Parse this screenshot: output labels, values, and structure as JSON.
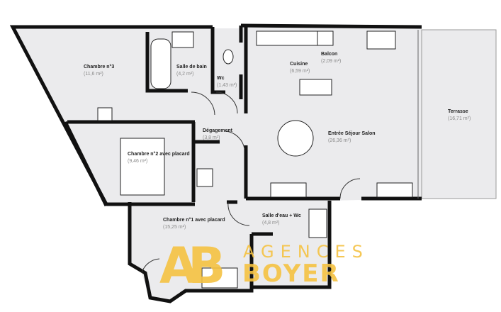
{
  "rooms": [
    {
      "name": "Chambre n°3",
      "area": "(11,6 m²)"
    },
    {
      "name": "Salle de bain",
      "area": "(4,2 m²)"
    },
    {
      "name": "Wc",
      "area": "(1,43 m²)"
    },
    {
      "name": "Cuisine",
      "area": "(6,59 m²)"
    },
    {
      "name": "Balcon",
      "area": "(2,09 m²)"
    },
    {
      "name": "Terrasse",
      "area": "(16,71 m²)"
    },
    {
      "name": "Dégagement",
      "area": "(3,8 m²)"
    },
    {
      "name": "Entrée Séjour Salon",
      "area": "(26,36 m²)"
    },
    {
      "name": "Chambre n°2 avec placard",
      "area": "(9,46 m²)"
    },
    {
      "name": "Chambre n°1 avec placard",
      "area": "(15,25 m²)"
    },
    {
      "name": "Salle d'eau + Wc",
      "area": "(4,8 m²)"
    }
  ],
  "watermark": {
    "line1": "AGENCES",
    "line2": "BOYER",
    "logo": "AB",
    "color": "#f5c242"
  },
  "colors": {
    "floor": "#ebebed",
    "wall": "#111111"
  }
}
